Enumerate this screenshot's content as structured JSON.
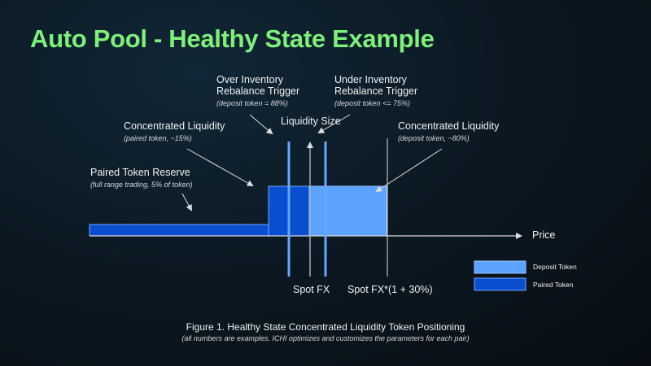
{
  "title": "Auto Pool - Healthy State Example",
  "labels": {
    "over_title1": "Over Inventory",
    "over_title2": "Rebalance Trigger",
    "over_sub": "(deposit token = 88%)",
    "under_title1": "Under Inventory",
    "under_title2": "Rebalance Trigger",
    "under_sub": "(deposit token <= 75%)",
    "liquidity_size": "Liquidity Size",
    "cl_paired_title": "Concentrated Liquidity",
    "cl_paired_sub": "(paired token, ~15%)",
    "cl_deposit_title": "Concentrated Liquidity",
    "cl_deposit_sub": "(deposit token, ~80%)",
    "reserve_title": "Paired Token Reserve",
    "reserve_sub": "(full range trading, 5% of token)",
    "price": "Price",
    "spot_fx": "Spot FX",
    "spot_fx_30": "Spot FX*(1 + 30%)"
  },
  "legend": [
    {
      "label": "Deposit Token",
      "color": "#5ca2ff"
    },
    {
      "label": "Paired Token",
      "color": "#0a4fd0"
    }
  ],
  "caption": "Figure 1. Healthy State Concentrated Liquidity Token Positioning",
  "caption_sub": "(all numbers are examples. ICHI optimizes and customizes the parameters for each pair)"
}
